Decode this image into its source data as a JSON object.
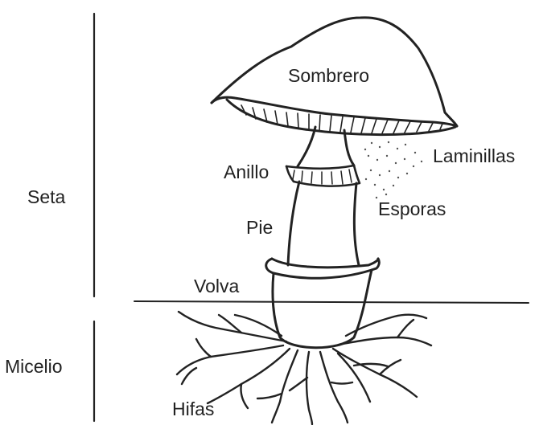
{
  "labels": {
    "sombrero": "Sombrero",
    "laminillas": "Laminillas",
    "anillo": "Anillo",
    "esporas": "Esporas",
    "pie": "Pie",
    "volva": "Volva",
    "hifas": "Hifas",
    "seta": "Seta",
    "micelio": "Micelio"
  },
  "colors": {
    "ink": "#222222",
    "background": "#ffffff"
  }
}
